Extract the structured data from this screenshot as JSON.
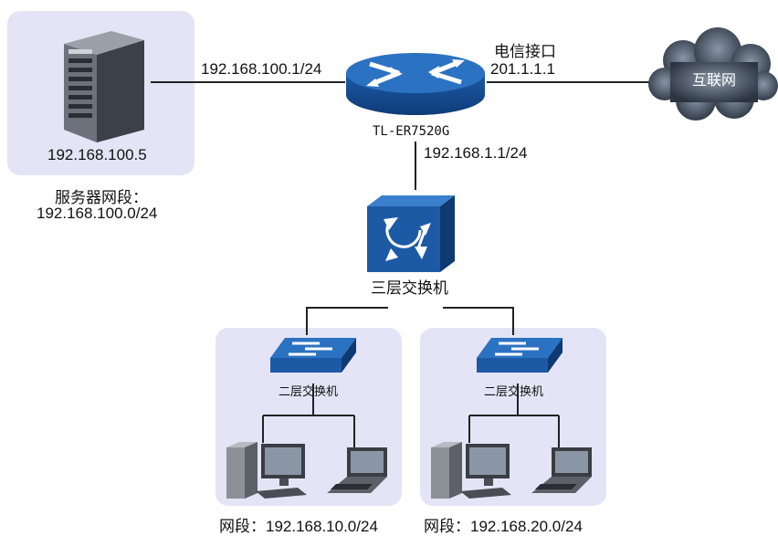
{
  "server": {
    "ip": "192.168.100.5",
    "segment_label": "服务器网段：",
    "segment": "192.168.100.0/24"
  },
  "router": {
    "name": "TL-ER7520G",
    "lan_server_ip": "192.168.100.1/24",
    "lan_ip": "192.168.1.1/24",
    "wan_label": "电信接口",
    "wan_ip": "201.1.1.1"
  },
  "internet": {
    "label": "互联网"
  },
  "core_switch": {
    "label": "三层交换机"
  },
  "left_group": {
    "switch_label": "二层交换机",
    "segment": "网段：192.168.10.0/24"
  },
  "right_group": {
    "switch_label": "二层交换机",
    "segment": "网段：192.168.20.0/24"
  },
  "colors": {
    "group_bg": "#e4e4f6",
    "device_blue": "#1f5fa8",
    "cloud": "#4a5566"
  }
}
